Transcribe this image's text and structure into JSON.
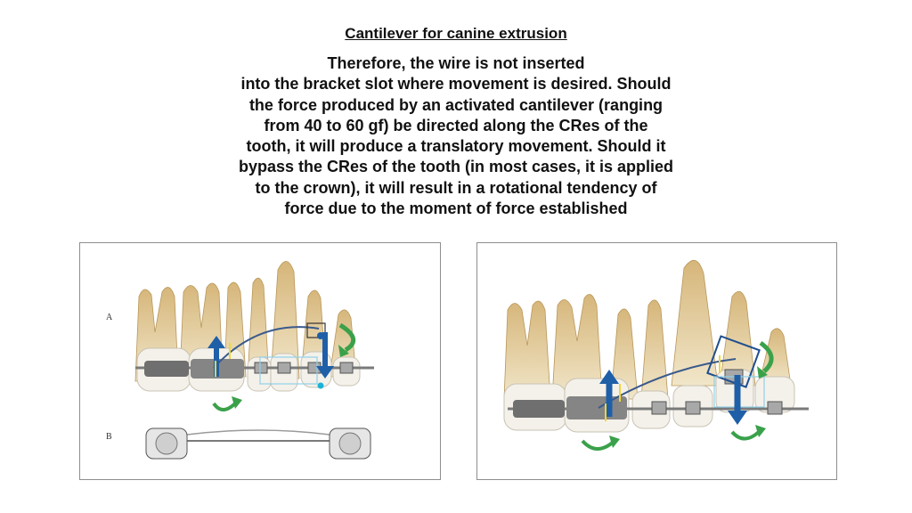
{
  "slide": {
    "title": "Cantilever for canine extrusion",
    "body_lines": [
      "Therefore, the wire is not inserted",
      "into the bracket slot where movement is desired. Should",
      "the force produced by an activated cantilever (ranging",
      "from 40 to 60 gf) be directed along the CRes of the",
      "tooth, it will produce a translatory movement. Should it",
      "bypass the CRes of the tooth (in most cases, it is applied",
      "to the crown), it will result in a rotational tendency of",
      "force due to the moment of force established"
    ]
  },
  "figures": {
    "left": {
      "label_a": "A",
      "label_b": "B"
    },
    "right": {}
  },
  "colors": {
    "tooth": "#e9d9b1",
    "tooth_root": "#d9bf87",
    "metal": "#9a9a9a",
    "force_blue": "#1f5fa8",
    "moment_green": "#3aa14a",
    "cres_yellow": "#f0d43a"
  }
}
